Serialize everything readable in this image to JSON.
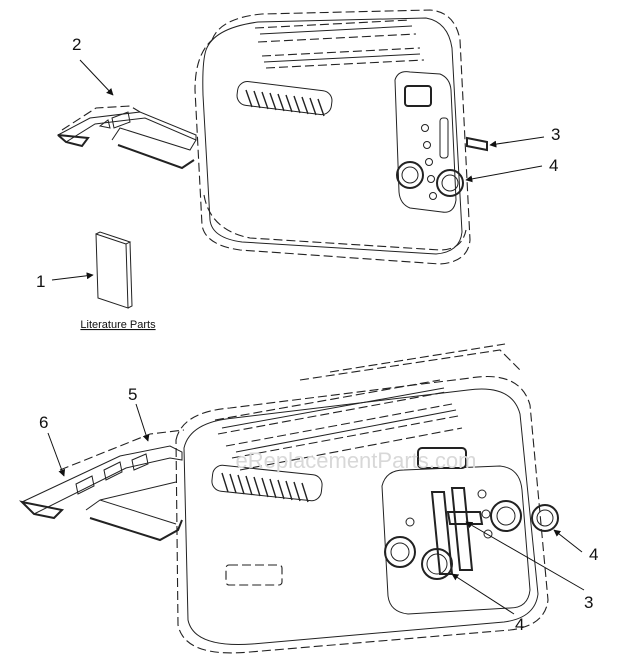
{
  "watermark": "eReplacementParts.com",
  "literature_label": "Literature Parts",
  "callouts": {
    "c2_top": "2",
    "c1": "1",
    "c3_top": "3",
    "c4_top": "4",
    "c6": "6",
    "c5": "5",
    "c4_right": "4",
    "c3_bottom": "3",
    "c4_bottom": "4"
  }
}
